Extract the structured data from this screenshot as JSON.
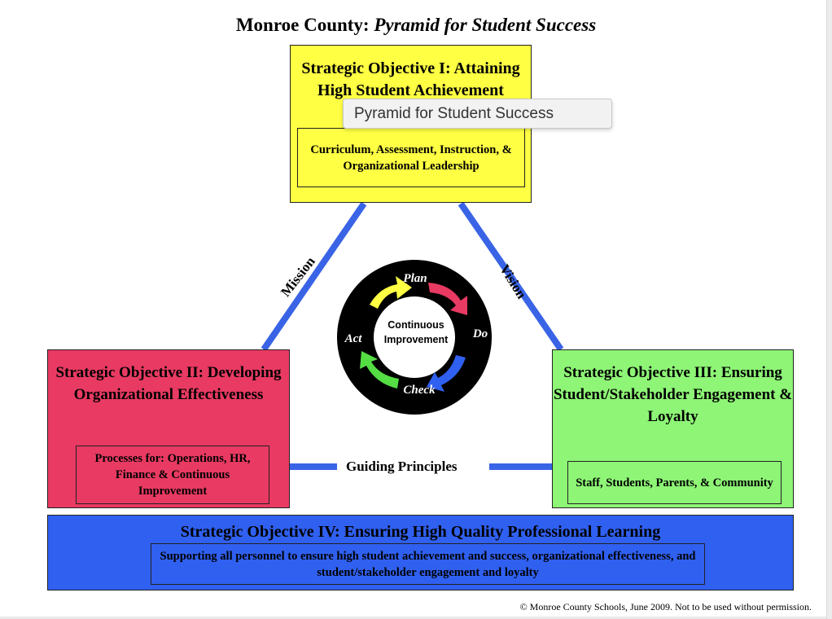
{
  "title": {
    "main": "Monroe County:",
    "subtitle": "Pyramid for Student Success"
  },
  "objectives": {
    "one": {
      "heading": "Strategic Objective I: Attaining High Student Achievement",
      "detail": "Curriculum, Assessment, Instruction, & Organizational Leadership"
    },
    "two": {
      "heading": "Strategic Objective II: Developing Organizational Effectiveness",
      "detail": "Processes for: Operations, HR, Finance & Continuous Improvement"
    },
    "three": {
      "heading": "Strategic Objective III: Ensuring Student/Stakeholder Engagement & Loyalty",
      "detail": "Staff, Students, Parents, & Community"
    },
    "four": {
      "heading": "Strategic Objective IV: Ensuring High Quality Professional Learning",
      "detail": "Supporting all personnel to ensure high student achievement and success, organizational effectiveness, and student/stakeholder engagement and loyalty"
    }
  },
  "connectors": {
    "left": "Mission",
    "right": "Vision",
    "bottom": "Guiding Principles"
  },
  "cycle": {
    "center_line1": "Continuous",
    "center_line2": "Improvement",
    "steps": {
      "top": "Plan",
      "right": "Do",
      "bottom": "Check",
      "left": "Act"
    },
    "colors": {
      "ring": "#000000",
      "plan_arrow": "#ffff44",
      "do_arrow": "#e83a62",
      "check_arrow": "#3060f0",
      "act_arrow": "#55dd44"
    }
  },
  "tooltip": "Pyramid for Student Success",
  "copyright": "© Monroe County Schools, June 2009.  Not to be used without permission.",
  "colors": {
    "objective_one": "#ffff44",
    "objective_two": "#e83a62",
    "objective_three": "#8ef576",
    "objective_four": "#3060f0",
    "connector": "#3a64e6"
  }
}
